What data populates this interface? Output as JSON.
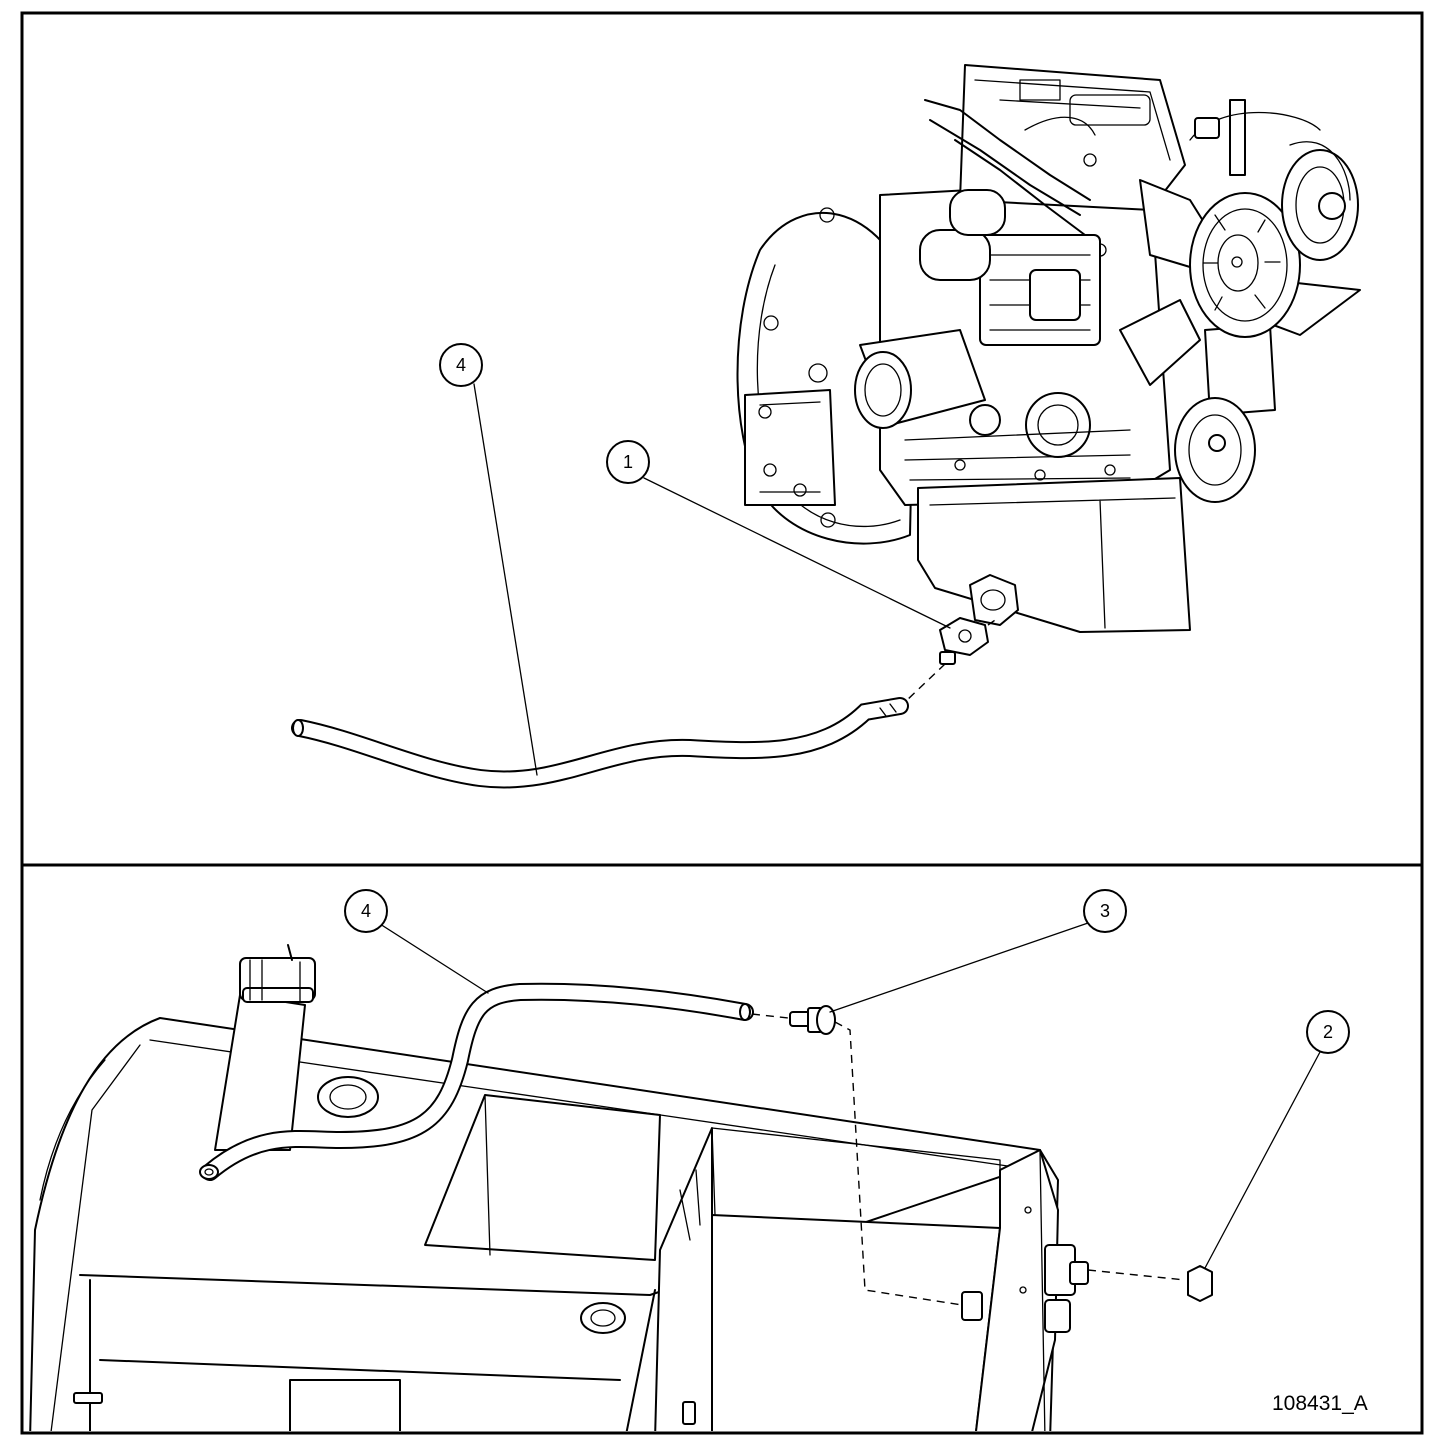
{
  "figure": {
    "reference_id": "108431_A"
  },
  "callouts": {
    "top_engine_fitting": "1",
    "top_hose": "4",
    "bottom_hose": "4",
    "bottom_tank_fitting": "3",
    "bottom_cap": "2"
  }
}
